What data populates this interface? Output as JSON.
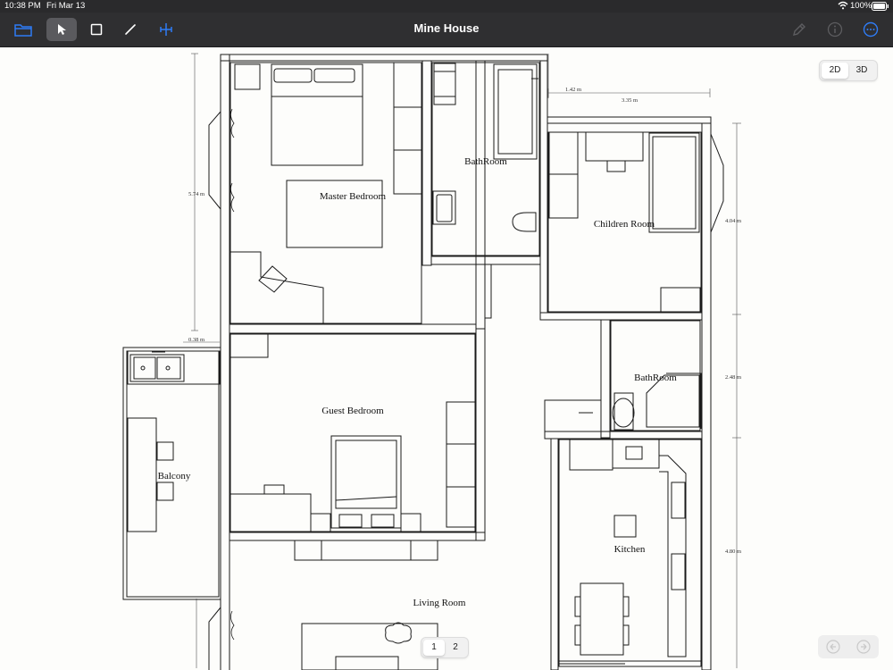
{
  "status_bar": {
    "time": "10:38 PM",
    "date": "Fri Mar 13",
    "battery": "100%"
  },
  "toolbar": {
    "title": "Mine House",
    "tools": [
      "files-icon",
      "select-cursor-icon",
      "rectangle-tool-icon",
      "line-tool-icon",
      "measure-tool-icon"
    ],
    "right": [
      "pencil-icon",
      "info-icon",
      "more-icon"
    ],
    "accent": "#2f7cf6"
  },
  "view_toggle": {
    "options": [
      "2D",
      "3D"
    ],
    "selected": "2D"
  },
  "rooms": {
    "master_bedroom": "Master Bedroom",
    "bathroom_1": "BathRoom",
    "children_room": "Children Room",
    "bathroom_2": "BathRoom",
    "guest_bedroom": "Guest Bedroom",
    "balcony": "Balcony",
    "kitchen": "Kitchen",
    "living_room": "Living Room"
  },
  "dimensions": {
    "d_574": "5.74 m",
    "d_142": "1.42 m",
    "d_335": "3.35 m",
    "d_404": "4.04 m",
    "d_038": "0.38 m",
    "d_248": "2.48 m",
    "d_480": "4.80 m"
  },
  "pages": {
    "items": [
      "1",
      "2"
    ],
    "selected": "1"
  }
}
